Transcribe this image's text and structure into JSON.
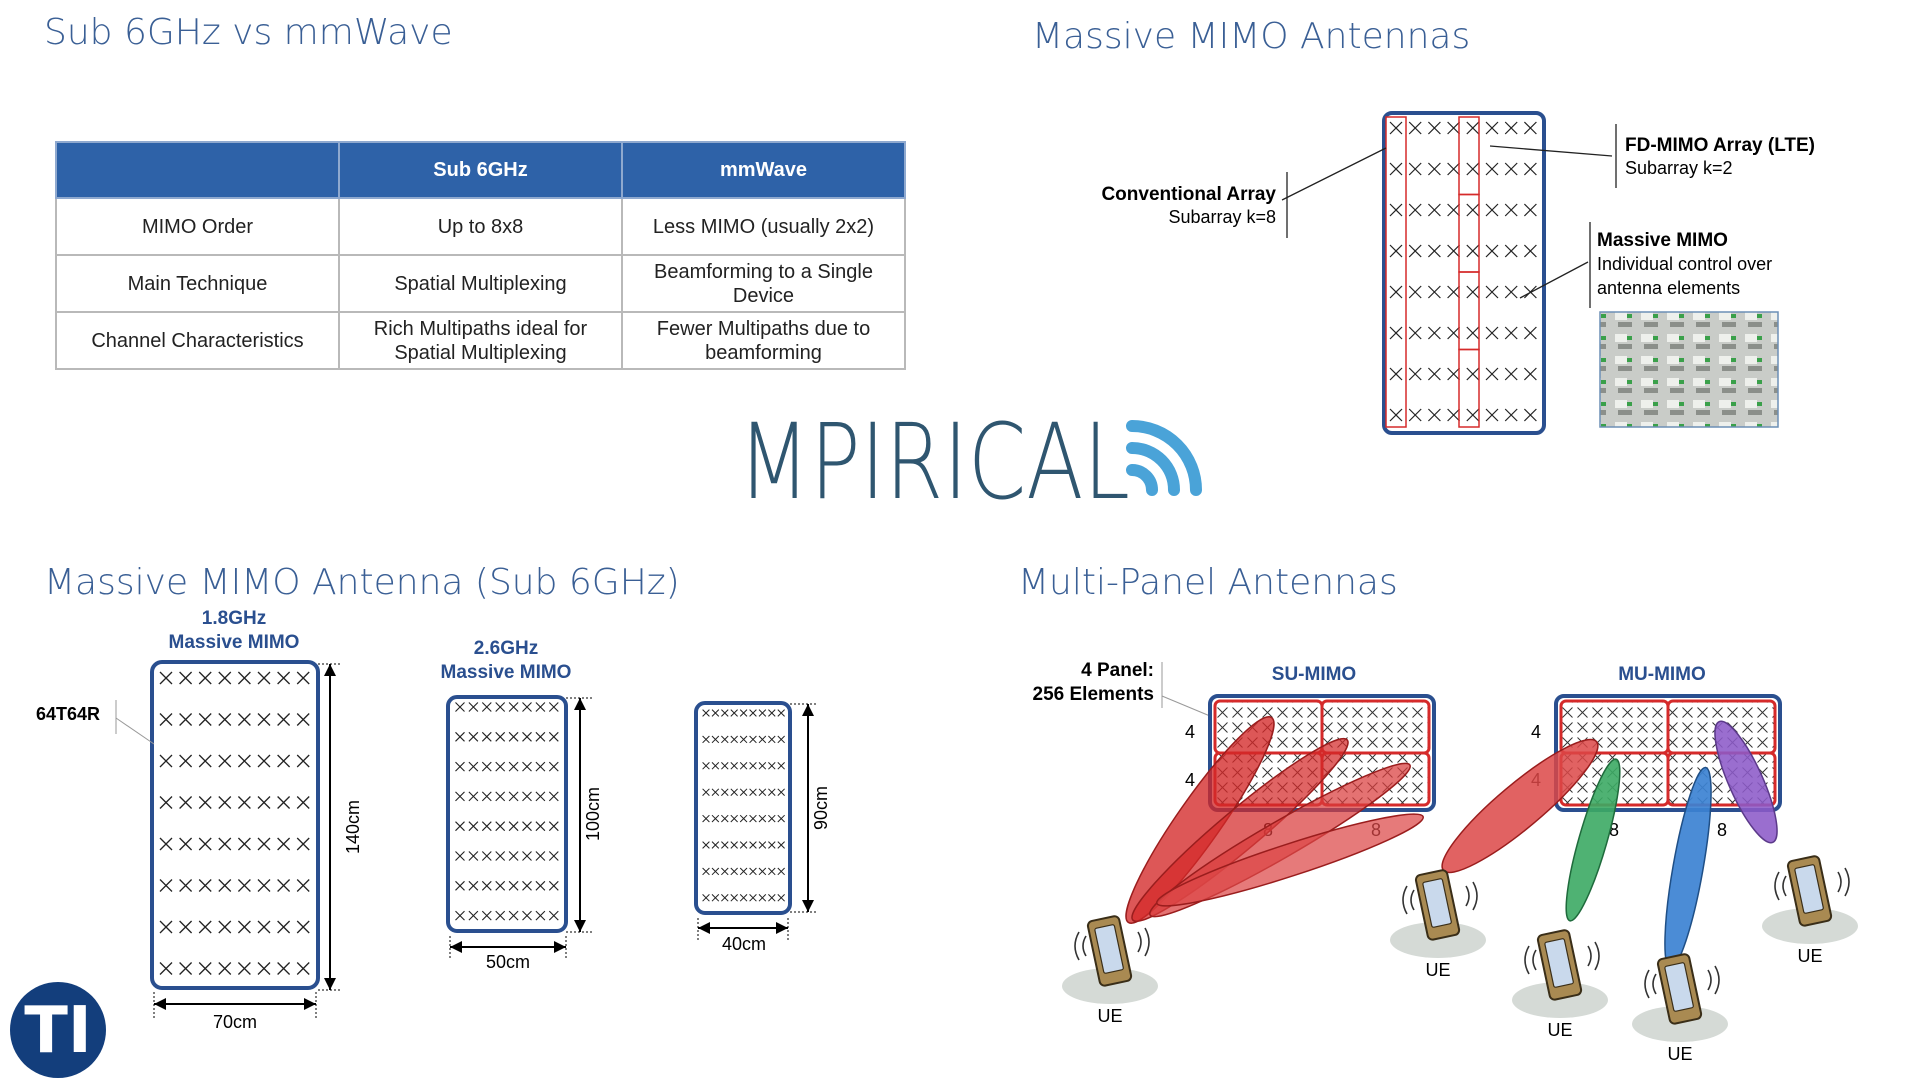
{
  "titles": {
    "sub6_vs_mmwave": "Sub 6GHz vs mmWave",
    "massive_mimo_antennas": "Massive MIMO Antennas",
    "massive_mimo_sub6": "Massive MIMO Antenna (Sub 6GHz)",
    "multi_panel": "Multi-Panel Antennas"
  },
  "logo": {
    "text": "MPIRICAL",
    "badge": "TI"
  },
  "table": {
    "headers": [
      "",
      "Sub 6GHz",
      "mmWave"
    ],
    "rows": [
      [
        "MIMO Order",
        "Up to 8x8",
        "Less MIMO (usually 2x2)"
      ],
      [
        "Main Technique",
        "Spatial Multiplexing",
        "Beamforming to a Single Device"
      ],
      [
        "Channel Characteristics",
        "Rich Multipaths ideal for Spatial Multiplexing",
        "Fewer Multipaths due to beamforming"
      ]
    ]
  },
  "mimo_diagram": {
    "conventional_title": "Conventional Array",
    "conventional_sub": "Subarray k=8",
    "fdmimo_title": "FD-MIMO Array (LTE)",
    "fdmimo_sub": "Subarray k=2",
    "massive_title": "Massive MIMO",
    "massive_line1": "Individual control over",
    "massive_line2": "antenna elements"
  },
  "sub6_antennas": {
    "a1_line1": "1.8GHz",
    "a1_line2": "Massive MIMO",
    "a1_tag": "64T64R",
    "a1_height": "140cm",
    "a1_width": "70cm",
    "a2_line1": "2.6GHz",
    "a2_line2": "Massive MIMO",
    "a2_height": "100cm",
    "a2_width": "50cm",
    "a3_height": "90cm",
    "a3_width": "40cm"
  },
  "multi_panel": {
    "panel_line1": "4 Panel:",
    "panel_line2": "256 Elements",
    "su_label": "SU-MIMO",
    "mu_label": "MU-MIMO",
    "dim4": "4",
    "dim8": "8",
    "ue": "UE"
  },
  "colors": {
    "title_blue": "#3a5f95",
    "header_blue": "#2e62a8",
    "frame_blue": "#2a4f8f",
    "panel_red": "#d52a2a",
    "logo_teal": "#2f5670",
    "logo_wave": "#4aa3d8"
  }
}
